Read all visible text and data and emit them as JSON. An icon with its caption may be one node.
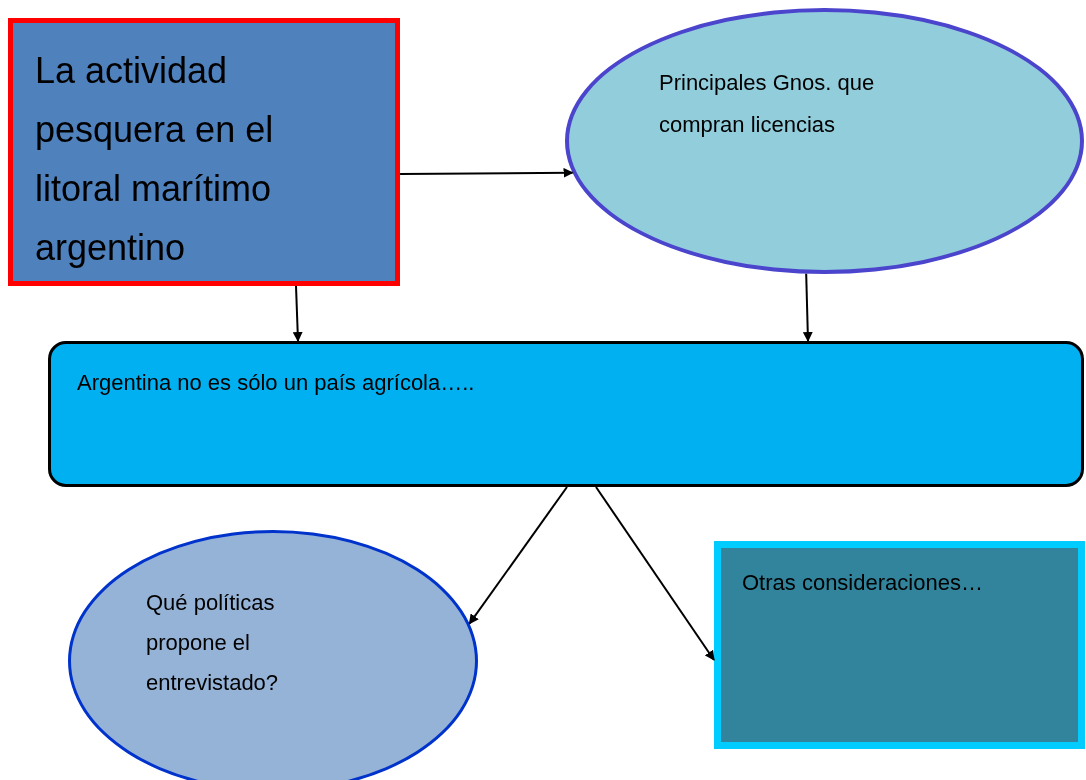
{
  "diagram": {
    "nodes": [
      {
        "text": [
          "La actividad pesquera en el litoral marítimo argentino"
        ]
      },
      {
        "text": [
          "Principales Gnos. que compran licencias"
        ]
      },
      {
        "text": [
          "Argentina no es sólo un país agrícola….."
        ]
      },
      {
        "text": [
          "Qué políticas propone el entrevistado?"
        ]
      },
      {
        "text": [
          "Otras consideraciones…"
        ]
      }
    ],
    "edges": [
      {
        "from": 0,
        "to": 1,
        "arrow": "to"
      },
      {
        "from": 0,
        "to": 2,
        "arrow": "to"
      },
      {
        "from": 1,
        "to": 2,
        "arrow": "to"
      },
      {
        "from": 2,
        "to": 3,
        "arrow": "to"
      },
      {
        "from": 2,
        "to": 4,
        "arrow": "to"
      }
    ]
  }
}
